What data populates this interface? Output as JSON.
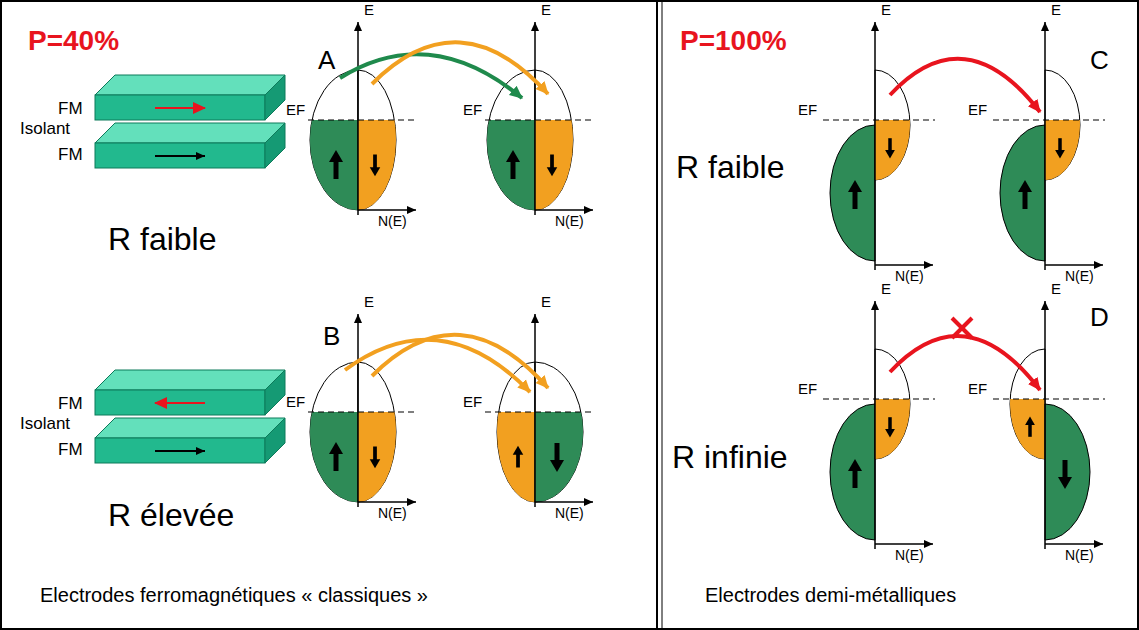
{
  "diagram": {
    "labels": [
      "P=40%",
      "A",
      "FM",
      "Isolant",
      "FM",
      "R faible",
      "B",
      "FM",
      "Isolant",
      "FM",
      "R élevée",
      "E",
      "E",
      "E",
      "E",
      "EF",
      "EF",
      "EF",
      "EF",
      "N(E)",
      "N(E)",
      "N(E)",
      "N(E)",
      "Electrodes ferromagnétiques « classiques »",
      "P=100%",
      "C",
      "D",
      "E",
      "E",
      "E",
      "E",
      "EF",
      "EF",
      "EF",
      "EF",
      "N(E)",
      "N(E)",
      "N(E)",
      "N(E)",
      "R faible",
      "R infinie",
      "Electrodes demi-métalliques"
    ]
  }
}
